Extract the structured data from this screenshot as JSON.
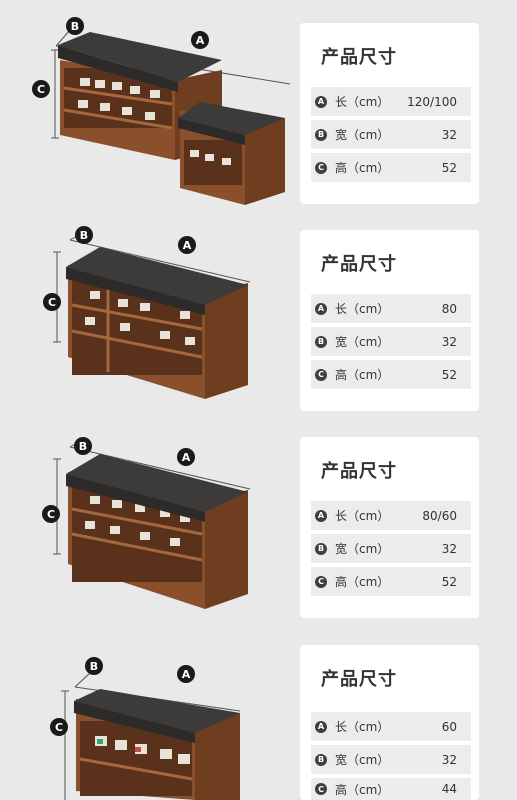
{
  "letters": {
    "length": "A",
    "width": "B",
    "height": "C"
  },
  "sections": [
    {
      "title": "产品尺寸",
      "rows": [
        {
          "badge": "A",
          "label": "长（cm）",
          "value": "120/100"
        },
        {
          "badge": "B",
          "label": "宽（cm）",
          "value": "32"
        },
        {
          "badge": "C",
          "label": "高（cm）",
          "value": "52"
        }
      ]
    },
    {
      "title": "产品尺寸",
      "rows": [
        {
          "badge": "A",
          "label": "长（cm）",
          "value": "80"
        },
        {
          "badge": "B",
          "label": "宽（cm）",
          "value": "32"
        },
        {
          "badge": "C",
          "label": "高（cm）",
          "value": "52"
        }
      ]
    },
    {
      "title": "产品尺寸",
      "rows": [
        {
          "badge": "A",
          "label": "长（cm）",
          "value": "80/60"
        },
        {
          "badge": "B",
          "label": "宽（cm）",
          "value": "32"
        },
        {
          "badge": "C",
          "label": "高（cm）",
          "value": "52"
        }
      ]
    },
    {
      "title": "产品尺寸",
      "rows": [
        {
          "badge": "A",
          "label": "长（cm）",
          "value": "60"
        },
        {
          "badge": "B",
          "label": "宽（cm）",
          "value": "32"
        },
        {
          "badge": "C",
          "label": "高（cm）",
          "value": "44"
        }
      ]
    }
  ],
  "colors": {
    "background": "#e9e9e9",
    "card": "#ffffff",
    "row": "#ececec",
    "badge": "#3f3f3f",
    "wood": "#8a4f2b",
    "cushion": "#3c3b3a"
  }
}
